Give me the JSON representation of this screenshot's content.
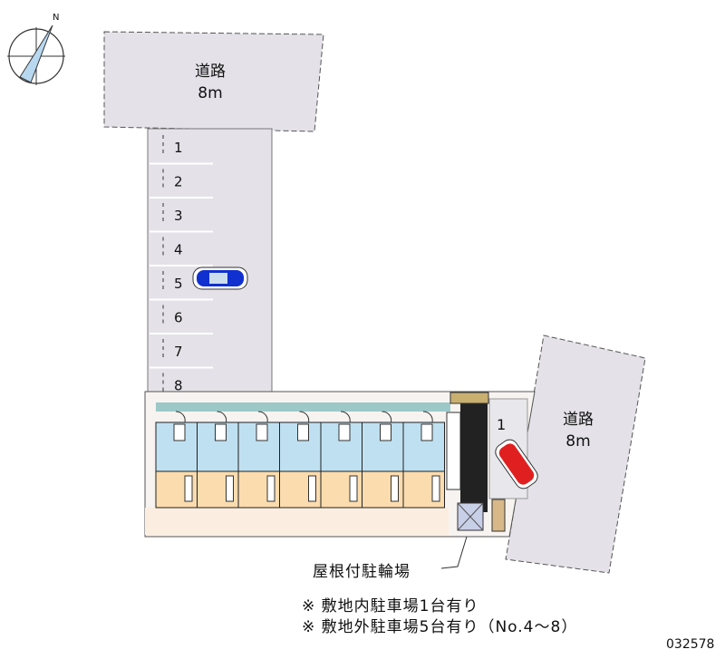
{
  "compass": {
    "north_label": "N"
  },
  "roads": [
    {
      "name": "道路",
      "width": "8m"
    },
    {
      "name": "道路",
      "width": "8m"
    }
  ],
  "parking_spaces": [
    "1",
    "2",
    "3",
    "4",
    "5",
    "6",
    "7",
    "8"
  ],
  "onsite_space": "1",
  "bicycle_label": "屋根付駐輪場",
  "notes": [
    "※ 敷地内駐車場1台有り",
    "※ 敷地外駐車場5台有り（No.4～8）"
  ],
  "code": "032578",
  "colors": {
    "road": "#e4e2e8",
    "room": "#fbdcae",
    "wet": "#bfe0f0",
    "car_blue": "#1030d0",
    "car_red": "#e02020"
  }
}
